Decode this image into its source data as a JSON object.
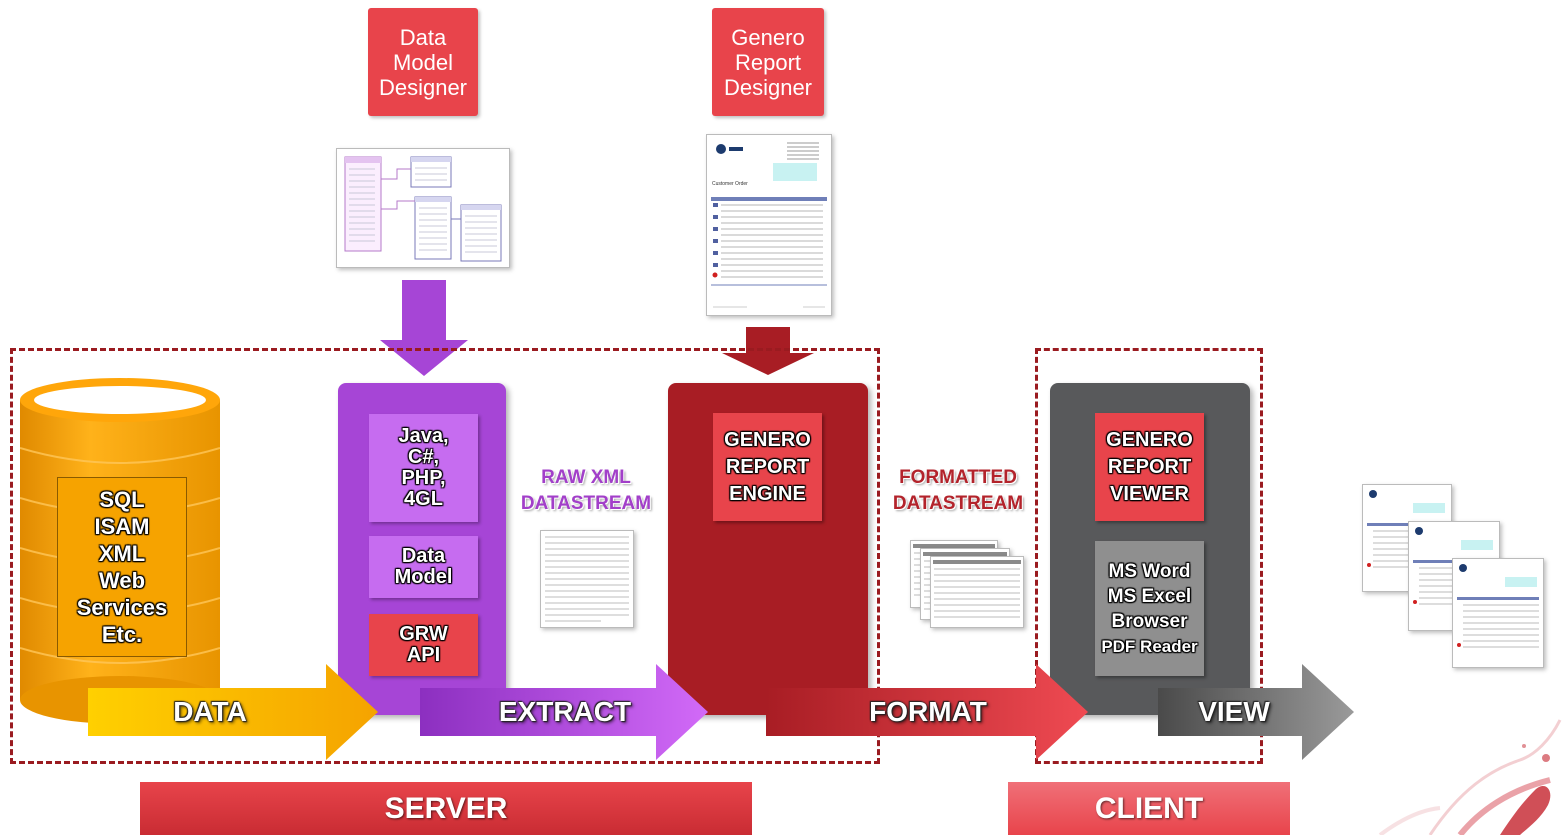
{
  "tools": {
    "data_model_designer": [
      "Data",
      "Model",
      "Designer"
    ],
    "report_designer": [
      "Genero",
      "Report",
      "Designer"
    ]
  },
  "database": {
    "lines": [
      "SQL",
      "ISAM",
      "XML",
      "Web",
      "Services",
      "Etc."
    ]
  },
  "extract_panel": {
    "languages": [
      "Java,",
      "C#,",
      "PHP,",
      "4GL"
    ],
    "data_model": [
      "Data",
      "Model"
    ],
    "grw_api": [
      "GRW",
      "API"
    ]
  },
  "engine": {
    "title": [
      "GENERO",
      "REPORT",
      "ENGINE"
    ]
  },
  "viewer": {
    "title": [
      "GENERO",
      "REPORT",
      "VIEWER"
    ],
    "apps": [
      "MS Word",
      "MS Excel",
      "Browser",
      "PDF Reader"
    ]
  },
  "streams": {
    "raw": [
      "RAW XML",
      "DATASTREAM"
    ],
    "formatted": [
      "FORMATTED",
      "DATASTREAM"
    ]
  },
  "stages": {
    "data": "DATA",
    "extract": "EXTRACT",
    "format": "FORMAT",
    "view": "VIEW"
  },
  "bars": {
    "server": "SERVER",
    "client": "CLIENT"
  },
  "thumbnail_text": {
    "customer_order": "Customer Order"
  },
  "colors": {
    "red": "#e8444b",
    "dark_red": "#a81d24",
    "purple": "#a645d6",
    "orange": "#f5a300",
    "gray": "#58595b",
    "dashed": "#9a1b20"
  }
}
